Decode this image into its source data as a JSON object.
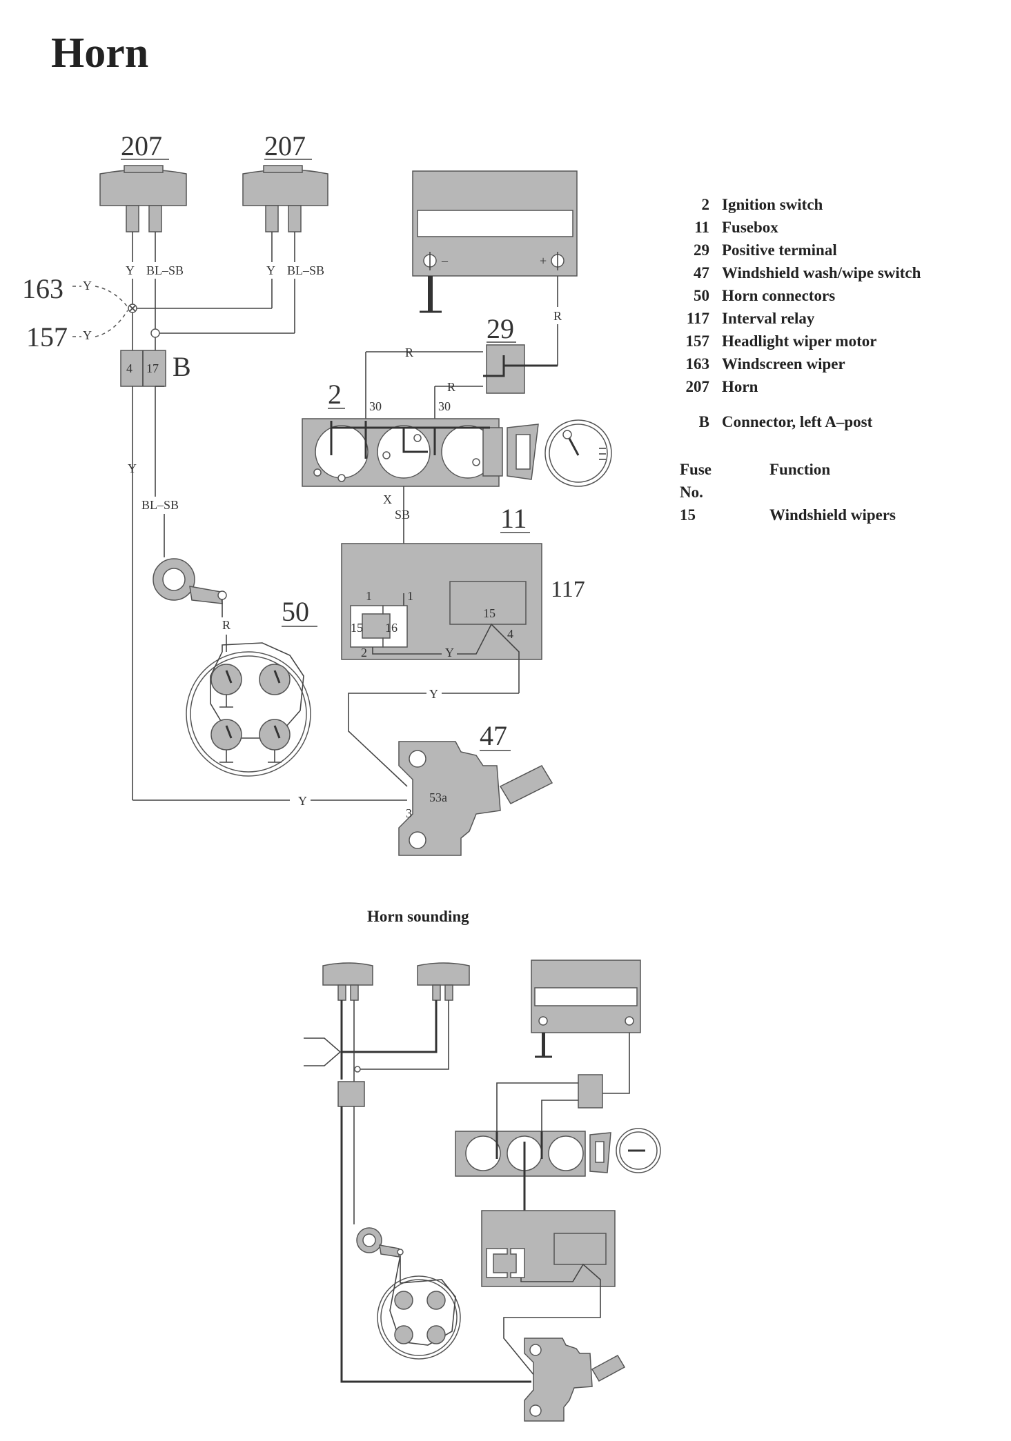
{
  "title": "Horn",
  "legend": [
    {
      "num": "2",
      "text": "Ignition switch"
    },
    {
      "num": "11",
      "text": "Fusebox"
    },
    {
      "num": "29",
      "text": "Positive terminal"
    },
    {
      "num": "47",
      "text": "Windshield wash/wipe switch"
    },
    {
      "num": "50",
      "text": "Horn connectors"
    },
    {
      "num": "117",
      "text": "Interval relay"
    },
    {
      "num": "157",
      "text": "Headlight wiper motor"
    },
    {
      "num": "163",
      "text": "Windscreen wiper"
    },
    {
      "num": "207",
      "text": "Horn"
    }
  ],
  "legend_extra": {
    "num": "B",
    "text": "Connector, left A–post"
  },
  "fuse_table": {
    "header_col1_line1": "Fuse",
    "header_col1_line2": "No.",
    "header_col2": "Function",
    "rows": [
      {
        "fuse": "15",
        "function": "Windshield wipers"
      }
    ]
  },
  "subdiagram_title": "Horn sounding",
  "diagram_labels": {
    "horn_left": "207",
    "horn_right": "207",
    "wiper": "163",
    "headlight_motor": "157",
    "connector": "B",
    "connector_pin_a": "4",
    "connector_pin_b": "17",
    "positive_terminal": "29",
    "ignition_switch": "2",
    "fusebox": "11",
    "interval_relay": "117",
    "horn_connectors": "50",
    "wash_wipe_switch": "47",
    "terminal_30_a": "30",
    "terminal_30_b": "30",
    "fuse_15": "15",
    "fuse_16": "16",
    "relay_pin_15": "15",
    "relay_pin_4": "4",
    "fuse_pin_1a": "1",
    "fuse_pin_1b": "1",
    "fuse_pin_2": "2",
    "switch_pin_53a": "53a",
    "switch_pin_3": "3",
    "wire_y": "Y",
    "wire_blsb": "BL–SB",
    "wire_r": "R",
    "wire_sb": "SB",
    "wire_x": "X",
    "battery_minus": "–",
    "battery_plus": "+"
  }
}
